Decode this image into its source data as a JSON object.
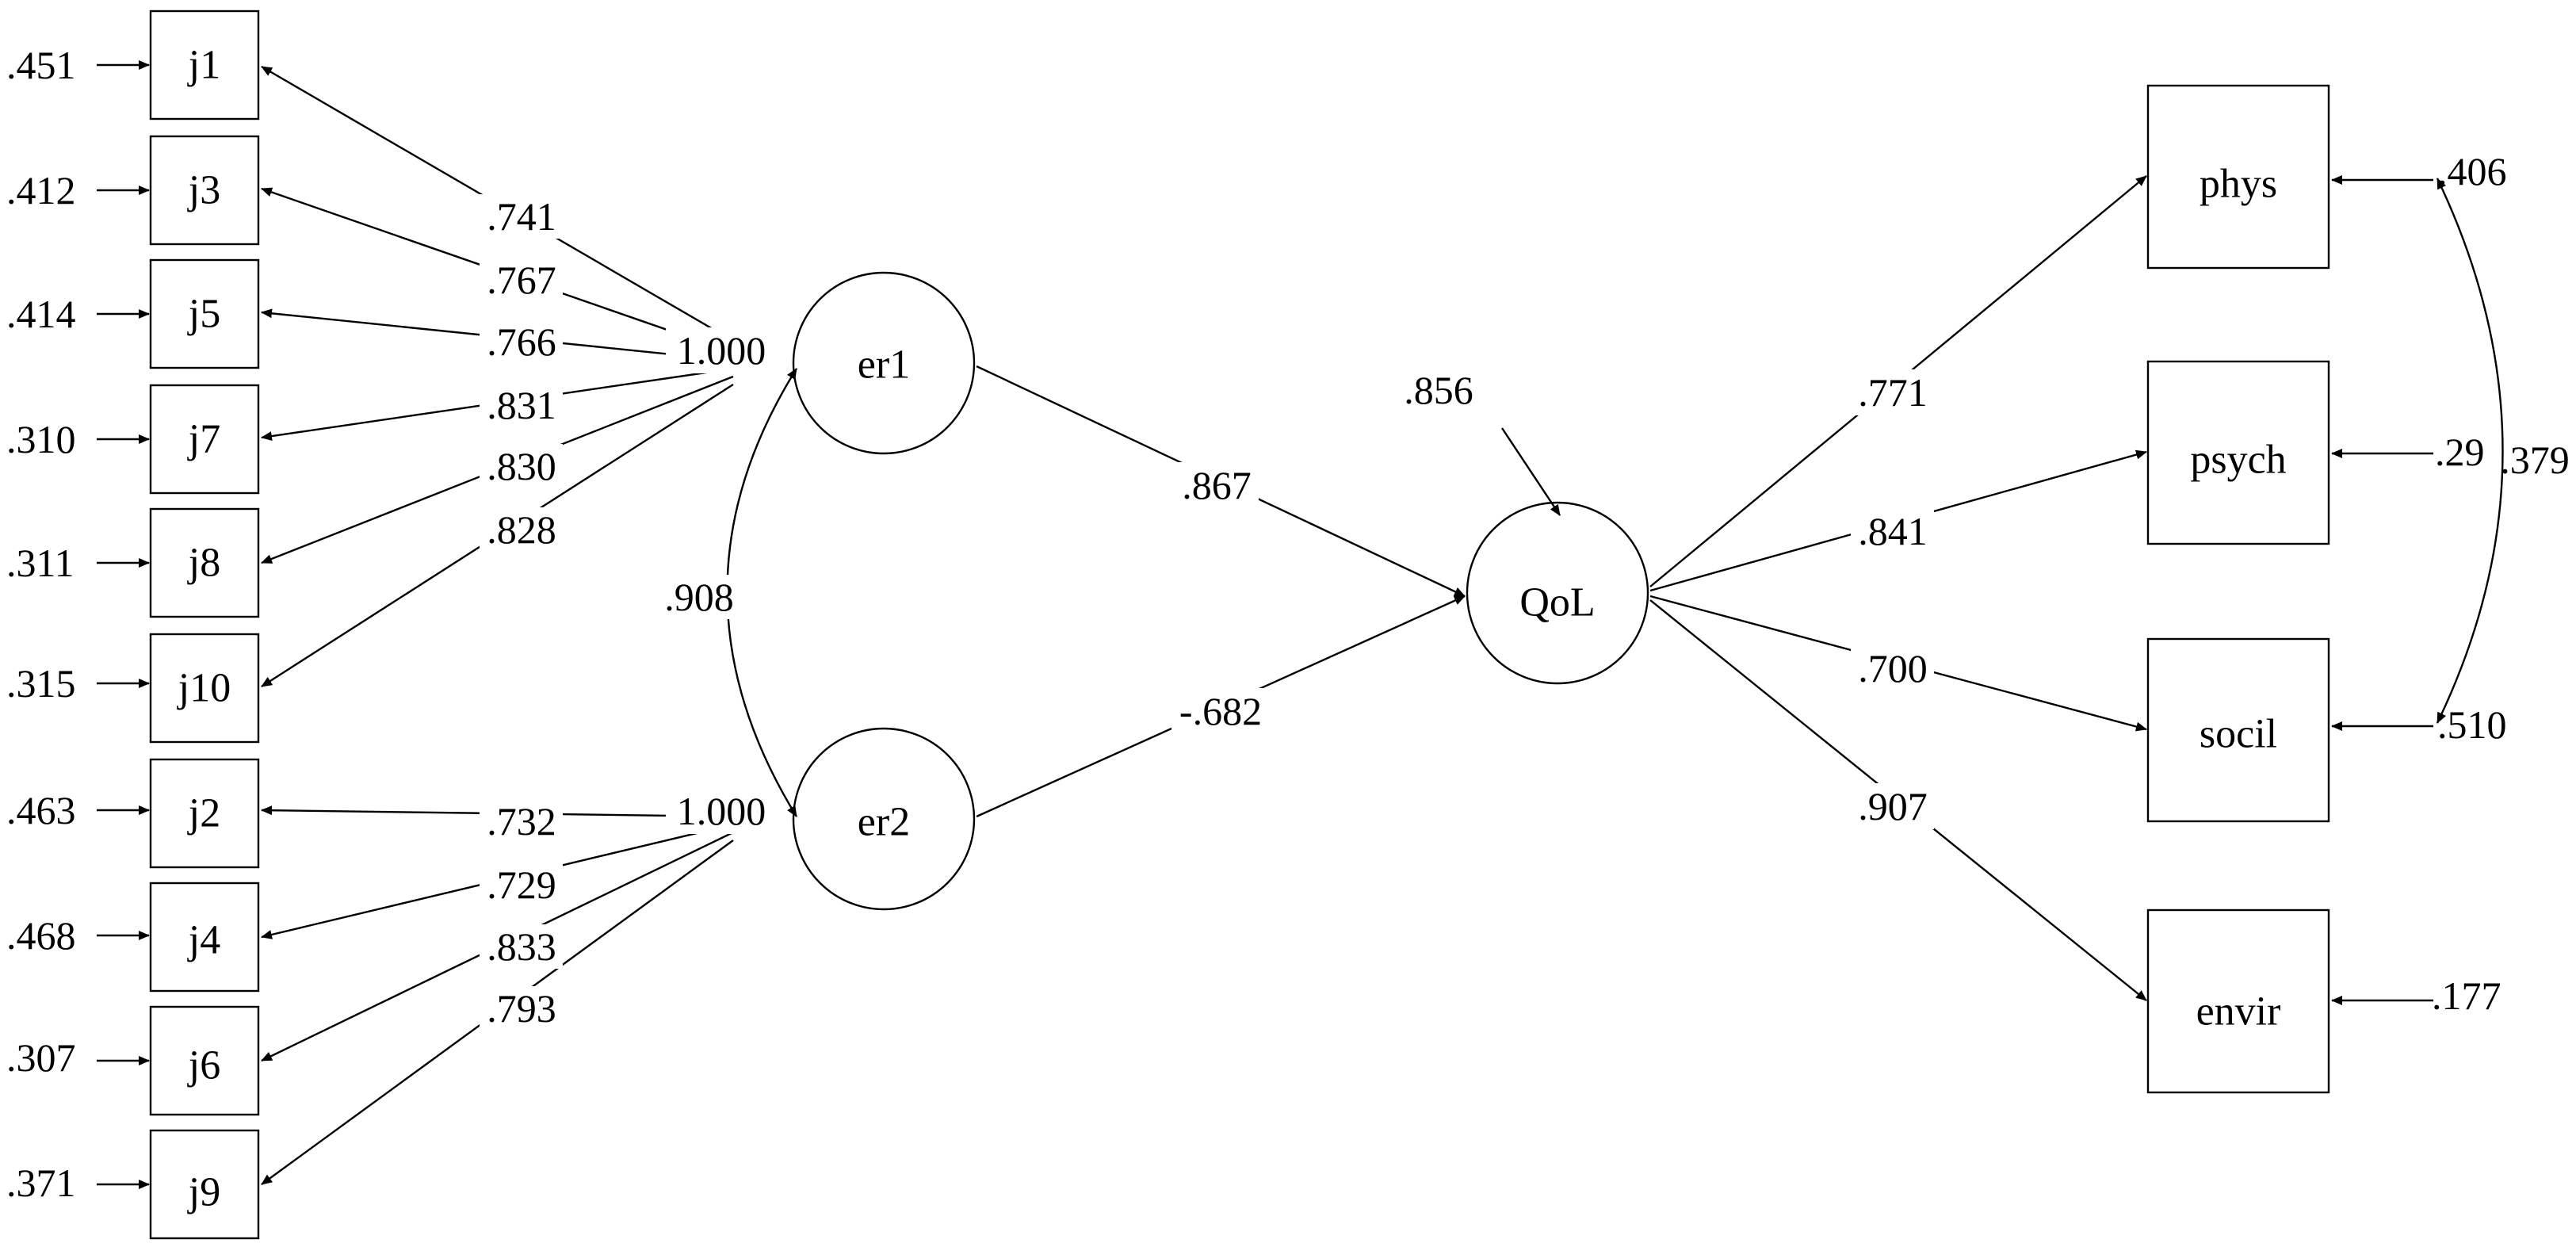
{
  "diagram": {
    "indicators_er": [
      {
        "id": "j1",
        "label": "j1",
        "error": ".451",
        "loading": ".741"
      },
      {
        "id": "j3",
        "label": "j3",
        "error": ".412",
        "loading": ".767"
      },
      {
        "id": "j5",
        "label": "j5",
        "error": ".414",
        "loading": ".766"
      },
      {
        "id": "j7",
        "label": "j7",
        "error": ".310",
        "loading": ".831"
      },
      {
        "id": "j8",
        "label": "j8",
        "error": ".311",
        "loading": ".830"
      },
      {
        "id": "j10",
        "label": "j10",
        "error": ".315",
        "loading": ".828"
      },
      {
        "id": "j2",
        "label": "j2",
        "error": ".463",
        "loading": ".732"
      },
      {
        "id": "j4",
        "label": "j4",
        "error": ".468",
        "loading": ".729"
      },
      {
        "id": "j6",
        "label": "j6",
        "error": ".307",
        "loading": ".833"
      },
      {
        "id": "j9",
        "label": "j9",
        "error": ".371",
        "loading": ".793"
      }
    ],
    "latent": {
      "er1": {
        "label": "er1",
        "fixed": "1.000"
      },
      "er2": {
        "label": "er2",
        "fixed": "1.000"
      },
      "qol": {
        "label": "QoL",
        "error": ".856"
      }
    },
    "correlation_er1_er2": ".908",
    "paths": {
      "er1_qol": ".867",
      "er2_qol": "-.682"
    },
    "qol_indicators": [
      {
        "id": "phys",
        "label": "phys",
        "loading": ".771",
        "error": ".406"
      },
      {
        "id": "psych",
        "label": "psych",
        "loading": ".841",
        "error": ".29"
      },
      {
        "id": "socil",
        "label": "socil",
        "loading": ".700",
        "error": ".510"
      },
      {
        "id": "envir",
        "label": "envir",
        "loading": ".907",
        "error": ".177"
      }
    ],
    "error_covariance": ".379"
  }
}
